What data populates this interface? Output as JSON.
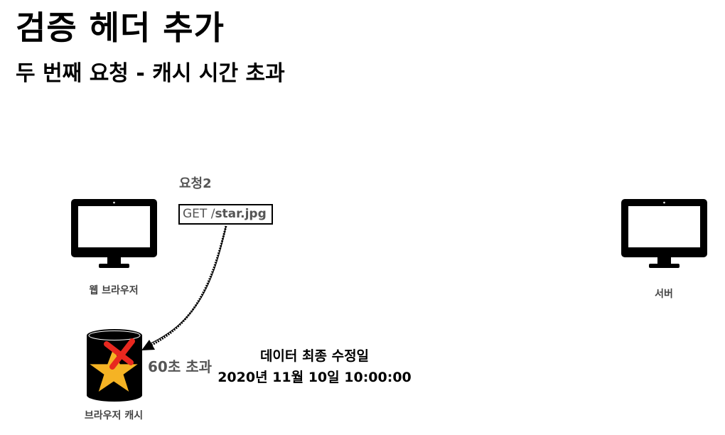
{
  "header": {
    "title": "검증 헤더 추가",
    "subtitle": "두 번째 요청 - 캐시 시간 초과"
  },
  "request": {
    "label": "요청2",
    "method": "GET /",
    "path": "star.jpg"
  },
  "client": {
    "label": "웹 브라우저",
    "icon": "monitor-icon"
  },
  "server": {
    "label": "서버",
    "icon": "monitor-icon"
  },
  "cache": {
    "label": "브라우저 캐시",
    "status": "60초 초과",
    "icon": "database-icon",
    "item_icon": "star-icon",
    "invalid_mark": "x-mark-icon"
  },
  "metadata": {
    "label": "데이터 최종 수정일",
    "value": "2020년 11월 10일 10:00:00"
  },
  "colors": {
    "star": "#F5B324",
    "x_mark": "#E8281F",
    "muted_text": "#555555"
  }
}
